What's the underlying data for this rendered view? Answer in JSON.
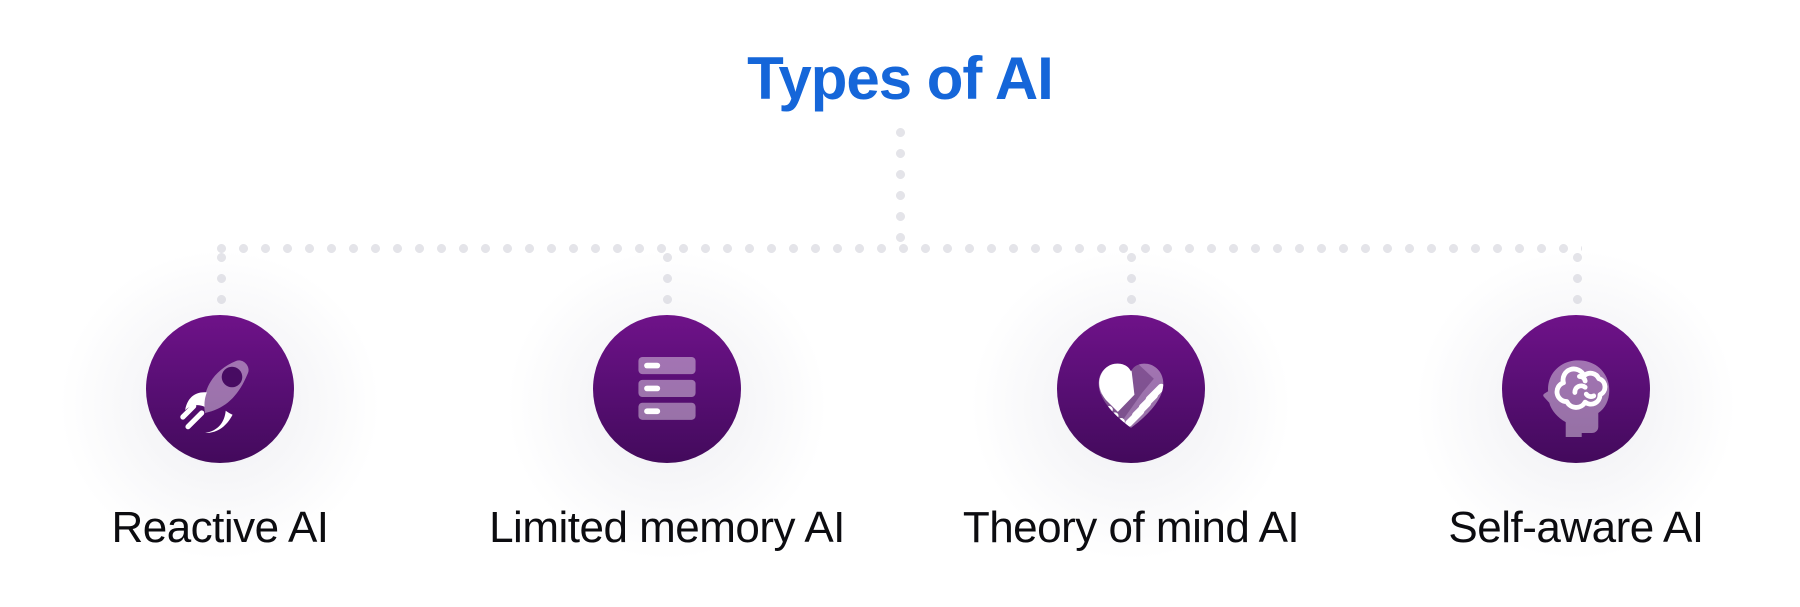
{
  "title": {
    "text": "Types of AI"
  },
  "nodes": [
    {
      "label": "Reactive AI",
      "icon": "rocket-icon"
    },
    {
      "label": "Limited memory AI",
      "icon": "server-icon"
    },
    {
      "label": "Theory of mind AI",
      "icon": "handshake-heart-icon"
    },
    {
      "label": "Self-aware AI",
      "icon": "head-brain-icon"
    }
  ],
  "colors": {
    "title_blue": "#1566D9",
    "label_text": "#0C0C10",
    "circle_gradient_top": "#6F1289",
    "circle_gradient_bottom": "#430A5C",
    "icon_light_purple": "rgba(255,255,255,0.42)",
    "connector_dot": "#E4E4E9",
    "background": "#FFFFFF"
  }
}
